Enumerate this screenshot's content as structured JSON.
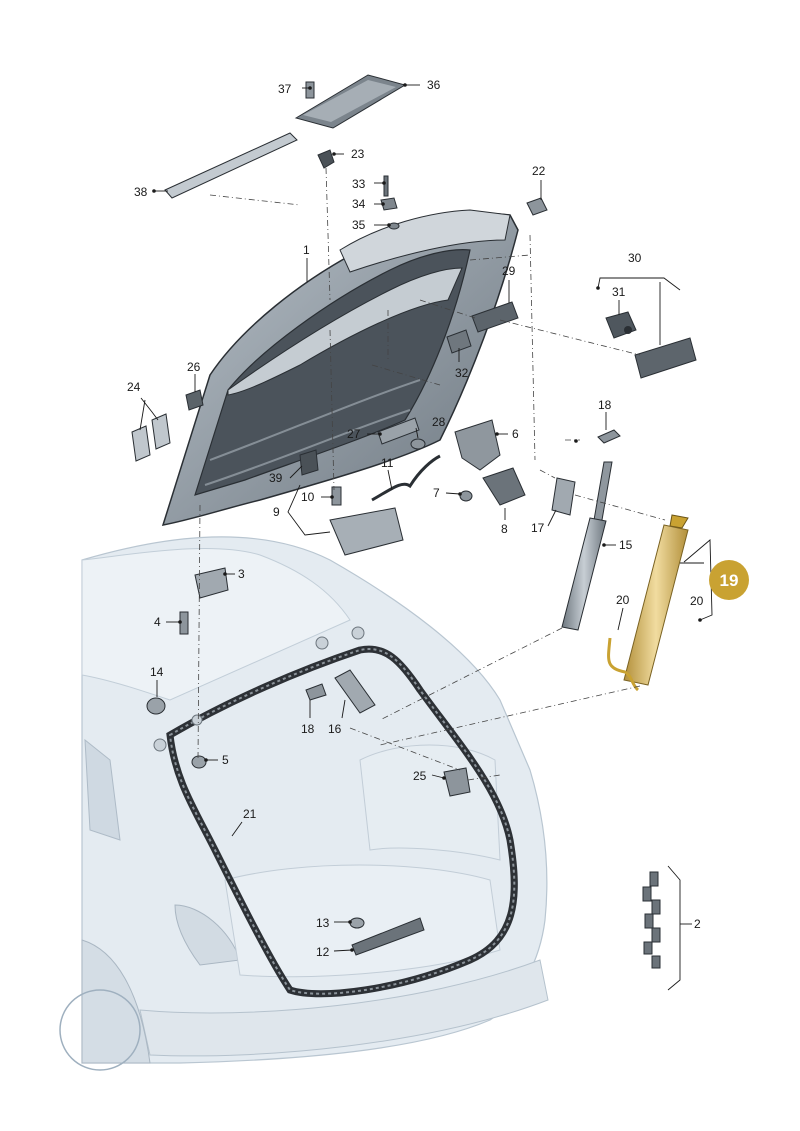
{
  "labels": {
    "l1": "1",
    "l2": "2",
    "l3": "3",
    "l4": "4",
    "l5": "5",
    "l6": "6",
    "l7": "7",
    "l8": "8",
    "l9": "9",
    "l10": "10",
    "l11": "11",
    "l12": "12",
    "l13": "13",
    "l14": "14",
    "l15": "15",
    "l16": "16",
    "l17": "17",
    "l18a": "18",
    "l18b": "18",
    "l19": "19",
    "l20a": "20",
    "l20b": "20",
    "l21": "21",
    "l22": "22",
    "l23": "23",
    "l24": "24",
    "l25": "25",
    "l26": "26",
    "l27": "27",
    "l28": "28",
    "l29": "29",
    "l30": "30",
    "l31": "31",
    "l32": "32",
    "l33": "33",
    "l34": "34",
    "l35": "35",
    "l36": "36",
    "l37": "37",
    "l38": "38",
    "l39": "39"
  },
  "highlight": {
    "part": "19",
    "color": "#c9a232",
    "part_color": "#e8cf8a"
  },
  "colors": {
    "line": "#1a1a1a",
    "car_body": "#dde6ee",
    "car_line": "#aab8c4",
    "panel_dark": "#5d6670",
    "panel_mid": "#8f99a3",
    "panel_light": "#c9d0d6",
    "part_grey": "#9aa3ab"
  }
}
